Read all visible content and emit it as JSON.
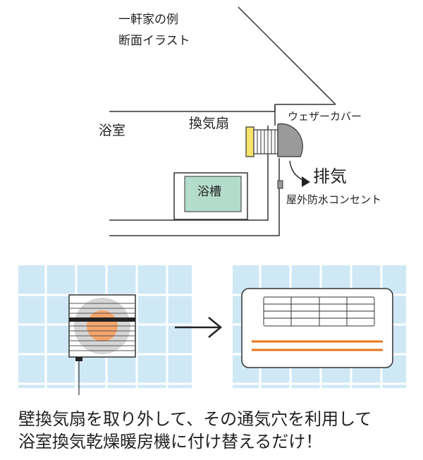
{
  "section_title": {
    "line1": "一軒家の例",
    "line2": "断面イラスト"
  },
  "labels": {
    "bathroom": "浴室",
    "fan": "換気扇",
    "weather_cover": "ウェザーカバー",
    "exhaust": "排気",
    "bathtub": "浴槽",
    "outlet": "屋外防水コンセント"
  },
  "caption": {
    "line1": "壁換気扇を取り外して、その通気穴を利用して",
    "line2": "浴室換気乾燥暖房機に付け替えるだけ！"
  },
  "colors": {
    "tile": "#cfe8f6",
    "tub_water": "#b4dccc",
    "fan_yellow": "#f7e26a",
    "cover_gray": "#9a9a9a",
    "fan_center": "#f5a46a",
    "heater_line": "#e9741c"
  }
}
